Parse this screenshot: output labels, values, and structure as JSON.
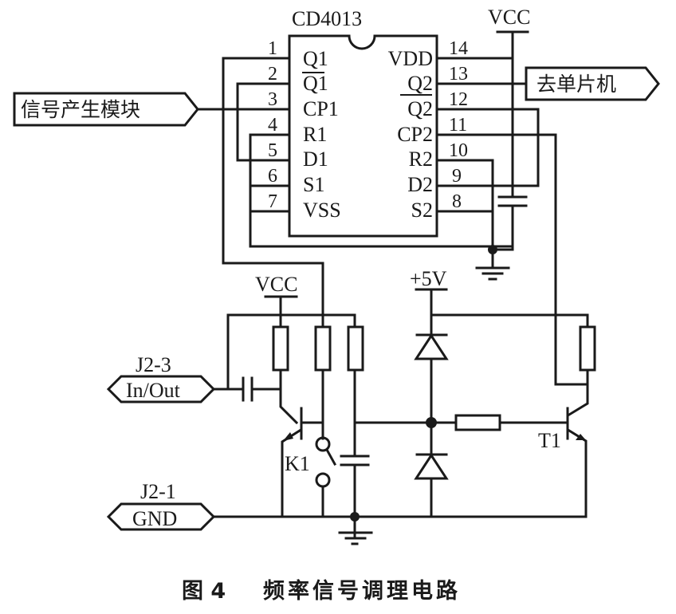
{
  "figure": {
    "caption_number": "图 4",
    "caption_title": "频率信号调理电路"
  },
  "chip": {
    "name": "CD4013",
    "left_pins": [
      {
        "num": "1",
        "label": "Q1",
        "overbar": false
      },
      {
        "num": "2",
        "label": "Q1",
        "overbar": true
      },
      {
        "num": "3",
        "label": "CP1",
        "overbar": false
      },
      {
        "num": "4",
        "label": "R1",
        "overbar": false
      },
      {
        "num": "5",
        "label": "D1",
        "overbar": false
      },
      {
        "num": "6",
        "label": "S1",
        "overbar": false
      },
      {
        "num": "7",
        "label": "VSS",
        "overbar": false
      }
    ],
    "right_pins": [
      {
        "num": "14",
        "label": "VDD",
        "overbar": false
      },
      {
        "num": "13",
        "label": "Q2",
        "overbar": false
      },
      {
        "num": "12",
        "label": "Q2",
        "overbar": true
      },
      {
        "num": "11",
        "label": "CP2",
        "overbar": false
      },
      {
        "num": "10",
        "label": "R2",
        "overbar": false
      },
      {
        "num": "9",
        "label": "D2",
        "overbar": false
      },
      {
        "num": "8",
        "label": "S2",
        "overbar": false
      }
    ]
  },
  "ports": {
    "signal_source": "信号产生模块",
    "to_mcu": "去单片机",
    "in_out": "In/Out",
    "in_out_ref": "J2-3",
    "gnd": "GND",
    "gnd_ref": "J2-1"
  },
  "power": {
    "vcc_top": "VCC",
    "vcc_bottom": "VCC",
    "plus5v": "+5V"
  },
  "components": {
    "switch": "K1",
    "transistor": "T1"
  }
}
